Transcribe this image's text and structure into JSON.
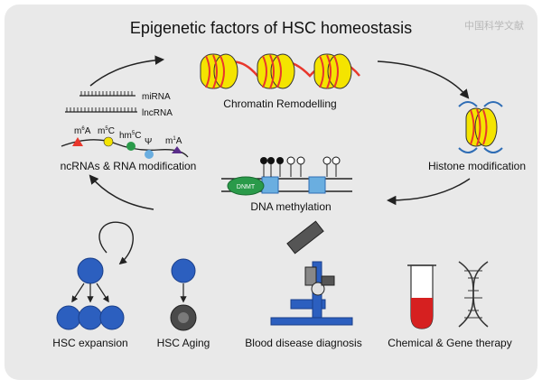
{
  "title": "Epigenetic factors of HSC homeostasis",
  "watermark": "中国科学文献",
  "cycle": {
    "chromatin": "Chromatin Remodelling",
    "histone": "Histone modification",
    "dna_methylation": "DNA methylation",
    "dnmt": "DNMT",
    "ncrna": "ncRNAs & RNA modification",
    "mirna": "miRNA",
    "lncrna": "lncRNA",
    "mods": {
      "m6a": {
        "base": "m",
        "sup": "6",
        "tail": "A"
      },
      "m5c": {
        "base": "m",
        "sup": "5",
        "tail": "C"
      },
      "hm5c": {
        "base": "hm",
        "sup": "5",
        "tail": "C"
      },
      "psi": "Ψ",
      "m1a": {
        "base": "m",
        "sup": "1",
        "tail": "A"
      }
    }
  },
  "outcomes": {
    "expansion": "HSC expansion",
    "aging": "HSC Aging",
    "diagnosis": "Blood disease diagnosis",
    "therapy": "Chemical & Gene therapy"
  },
  "colors": {
    "background": "#e9e9e9",
    "nucleosome_yellow": "#f4e400",
    "nucleosome_red": "#e8372c",
    "dna_blue": "#2f6db5",
    "cell_blue": "#2c5fbf",
    "aged_gray": "#4a4a4a",
    "dnmt_green": "#2a9a4a"
  }
}
